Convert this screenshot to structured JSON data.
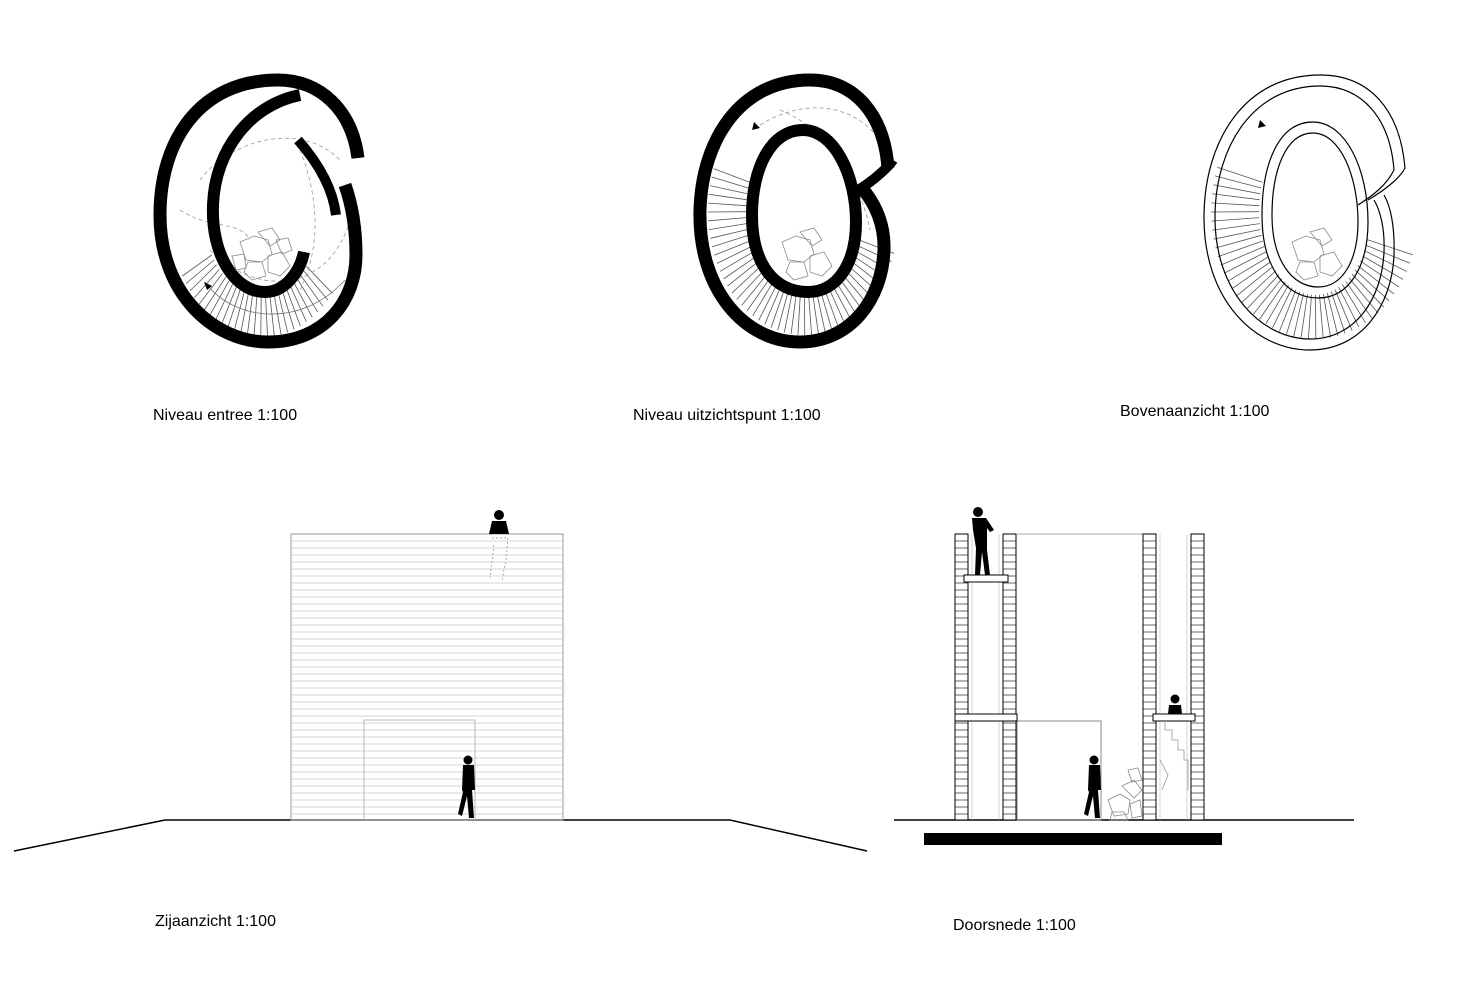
{
  "drawings": [
    {
      "id": "plan-entrance",
      "caption": "Niveau entree 1:100"
    },
    {
      "id": "plan-viewpoint",
      "caption": "Niveau uitzichtspunt 1:100"
    },
    {
      "id": "plan-top",
      "caption": "Bovenaanzicht 1:100"
    },
    {
      "id": "side-elevation",
      "caption": "Zijaanzicht 1:100"
    },
    {
      "id": "section",
      "caption": "Doorsnede 1:100"
    }
  ],
  "colors": {
    "ink": "#000000",
    "fine_line": "#9a9a9a",
    "paper": "#ffffff"
  }
}
